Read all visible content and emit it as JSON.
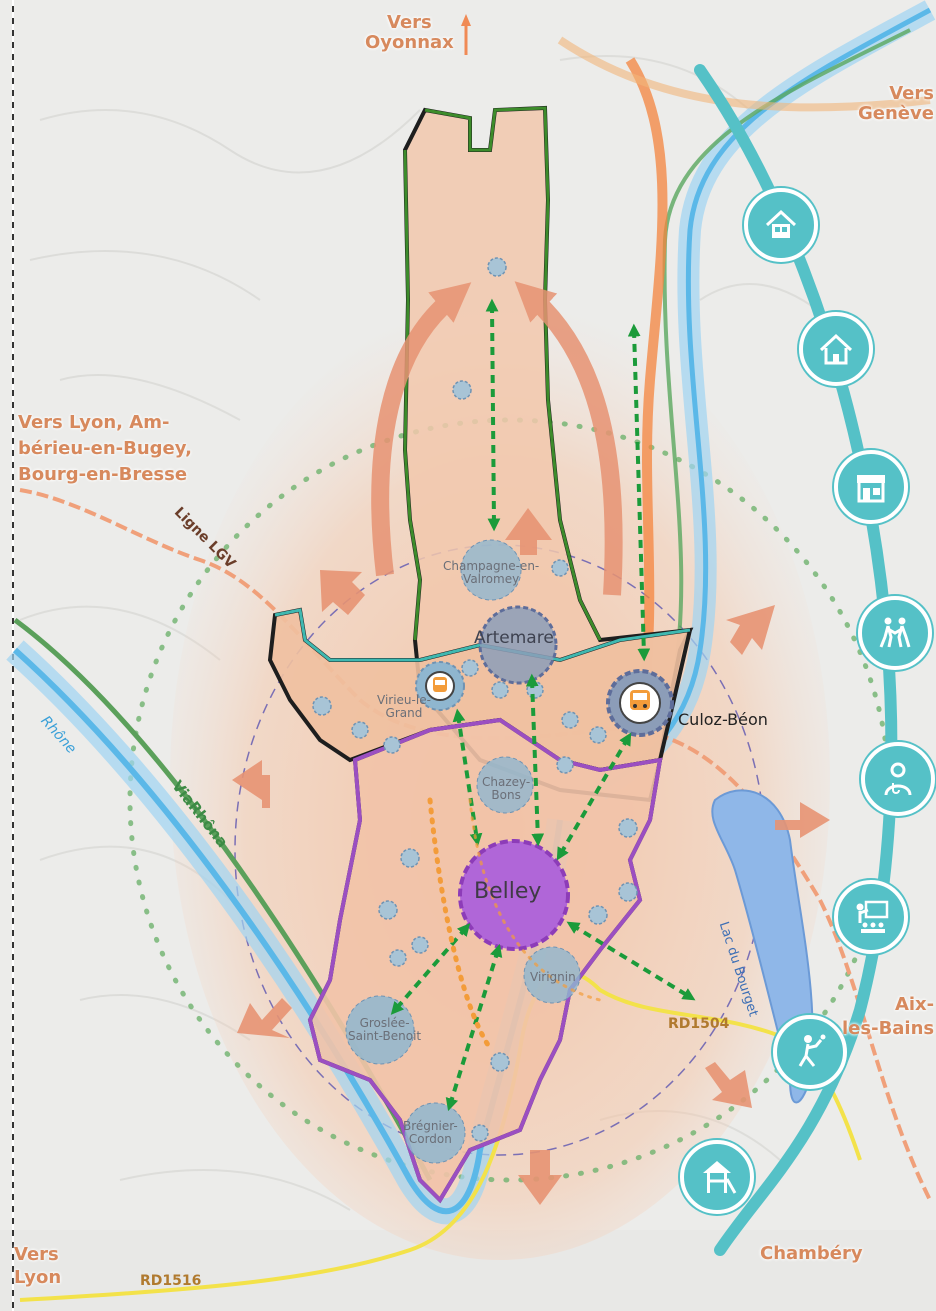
{
  "outbound": {
    "oyonnax": "Vers\nOyonnax",
    "geneve": "Vers\nGenève",
    "lyon_ambe": "Vers Lyon, Am-\nbérieu-en-Bugey,\nBourg-en-Bresse",
    "aix": "Aix-\nles-Bains",
    "chambery": "Chambéry",
    "lyon": "Vers\nLyon"
  },
  "features": {
    "ligne_lgv": "Ligne LGV",
    "rhone": "Rhône",
    "viarhona": "ViaRhôna",
    "rd1504": "RD1504",
    "rd1516": "RD1516",
    "lac": "Lac du Bourget"
  },
  "places": {
    "belley": "Belley",
    "artemare": "Artemare",
    "culoz": "Culoz-Béon",
    "champagne": "Champagne-en-\nValromey",
    "virieu": "Virieu-le-\nGrand",
    "chazey": "Chazey-\nBons",
    "virignin": "Virignin",
    "groslee": "Groslée-\nSaint-Benoit",
    "bregnier": "Brégnier-\nCordon"
  },
  "theme_icons": [
    "house-icon",
    "home-outline-icon",
    "shop-icon",
    "leisure-icon",
    "health-icon",
    "education-icon",
    "sport-icon",
    "playground-icon"
  ],
  "colors": {
    "territory_fill": "#f3c4a6",
    "north_border": "#3d8c2b",
    "middle_border": "#3fb8b0",
    "south_border": "#9b4fc1",
    "arrow_orange": "#e79373",
    "arrow_green": "#1b9b3a",
    "theme_teal": "#55c1c7",
    "rhone_blue": "#5bb8e8"
  }
}
